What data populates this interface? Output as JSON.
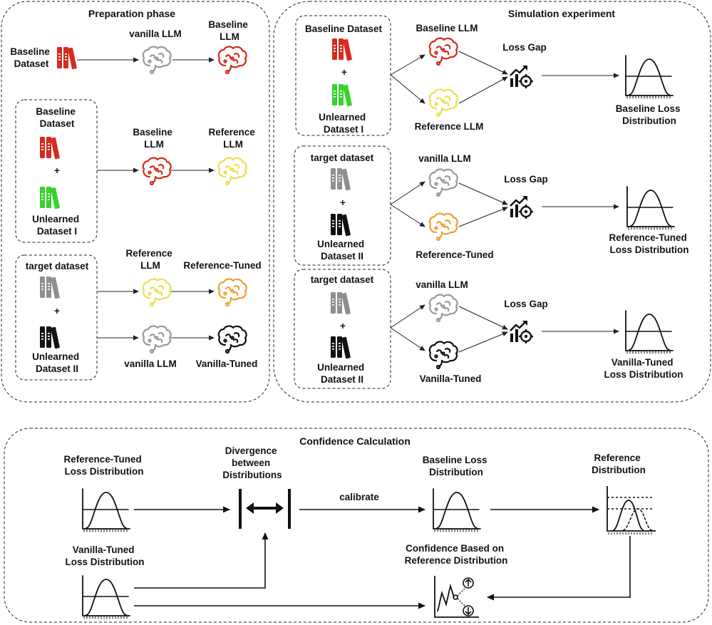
{
  "colors": {
    "baseline": "#d42b1e",
    "unlearned_I": "#35d42a",
    "target": "#8f8f8f",
    "unlearned_II": "#111111",
    "reference": "#ede050",
    "reference_tuned": "#f0a030",
    "vanilla": "#9a9a9a",
    "vanilla_tuned": "#111111"
  },
  "icons": {
    "dataset": "books-icon",
    "model": "brain-icon",
    "loss_gap": "chart-gear-icon",
    "distribution": "bell-curve-icon",
    "divergence": "double-arrow-bars-icon",
    "confidence": "confidence-chart-icon"
  },
  "preparation": {
    "title": "Preparation phase",
    "row1": {
      "dataset": "Baseline Dataset",
      "vanilla": "vanilla LLM",
      "baseline_llm": "Baseline LLM"
    },
    "row2": {
      "dataset_top": "Baseline Dataset",
      "plus": "+",
      "dataset_bottom": "Unlearned Dataset I",
      "baseline_llm": "Baseline LLM",
      "reference_llm": "Reference LLM"
    },
    "row3": {
      "dataset_top": "target dataset",
      "plus": "+",
      "dataset_bottom": "Unlearned Dataset II",
      "reference_llm": "Reference LLM",
      "reference_tuned": "Reference-Tuned",
      "vanilla_llm": "vanilla LLM",
      "vanilla_tuned": "Vanilla-Tuned"
    }
  },
  "simulation": {
    "title": "Simulation experiment",
    "exp1": {
      "dataset_top": "Baseline Dataset",
      "plus": "+",
      "dataset_bottom": "Unlearned Dataset I",
      "model_a": "Baseline LLM",
      "model_b": "Reference LLM",
      "gap": "Loss Gap",
      "output": "Baseline Loss Distribution"
    },
    "exp2": {
      "dataset_top": "target dataset",
      "plus": "+",
      "dataset_bottom": "Unlearned Dataset II",
      "model_a": "vanilla LLM",
      "model_b": "Reference-Tuned",
      "gap": "Loss Gap",
      "output": "Reference-Tuned Loss Distribution"
    },
    "exp3": {
      "dataset_top": "target dataset",
      "plus": "+",
      "dataset_bottom": "Unlearned Dataset II",
      "model_a": "vanilla LLM",
      "model_b": "Vanilla-Tuned",
      "gap": "Loss Gap",
      "output": "Vanilla-Tuned Loss Distribution"
    }
  },
  "confidence": {
    "title": "Confidence Calculation",
    "ref_tuned": "Reference-Tuned Loss Distribution",
    "vanilla_tuned": "Vanilla-Tuned Loss Distribution",
    "divergence": "Divergence between Distributions",
    "calibrate": "calibrate",
    "baseline": "Baseline Loss Distribution",
    "reference": "Reference Distribution",
    "confidence_label": "Confidence Based on Reference Distribution"
  }
}
